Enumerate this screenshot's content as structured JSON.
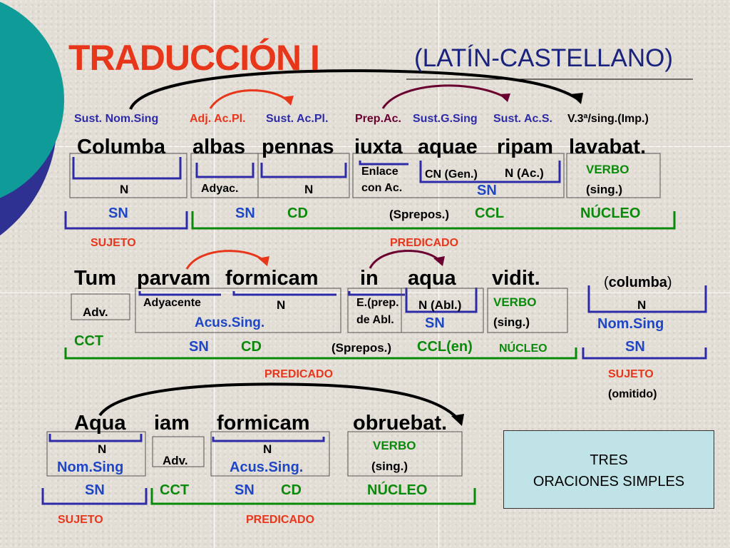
{
  "title": "TRADUCCIÓN I",
  "subtitle": "(LATÍN-CASTELLANO)",
  "s1": {
    "tags": {
      "sust_nom": "Sust. Nom.Sing",
      "adj": "Adj. Ac.Pl.",
      "sust_ac": "Sust. Ac.Pl.",
      "prep": "Prep.Ac.",
      "sust_g": "Sust.G.Sing",
      "sust_acs": "Sust. Ac.S.",
      "verb": "V.3ª/sing.(Imp.)"
    },
    "words": {
      "w1": "Columba",
      "w2": "albas",
      "w3": "pennas",
      "w4": "iuxta",
      "w5": "aquae",
      "w6": "ripam",
      "w7": "lavabat."
    },
    "labels": {
      "n1": "N",
      "adyac": "Adyac.",
      "n2": "N",
      "enlace1": "Enlace",
      "enlace2": "con Ac.",
      "cn": "CN (Gen.)",
      "nac": "N (Ac.)",
      "sn_inner": "SN",
      "verbo": "VERBO",
      "sing": "(sing.)",
      "sn1": "SN",
      "sn2": "SN",
      "cd": "CD",
      "sprepos": "(Sprepos.)",
      "ccl": "CCL",
      "nucleo": "NÚCLEO",
      "sujeto": "SUJETO",
      "predicado": "PREDICADO"
    }
  },
  "s2": {
    "words": {
      "w1": "Tum",
      "w2": "parvam",
      "w3": "formicam",
      "w4": "in",
      "w5": "aqua",
      "w6": "vidit."
    },
    "columba_open": "(",
    "columba": "columba",
    "columba_close": ")",
    "labels": {
      "adv": "Adv.",
      "adyacente": "Adyacente",
      "n": "N",
      "acus": "Acus.Sing.",
      "eprep1": "E.(prep.",
      "eprep2": "de Abl.",
      "nabl": "N (Abl.)",
      "sn_inner": "SN",
      "verbo": "VERBO",
      "sing": "(sing.)",
      "n_col": "N",
      "nom": "Nom.Sing",
      "cct": "CCT",
      "sn": "SN",
      "cd": "CD",
      "sprepos": "(Sprepos.)",
      "ccl": "CCL(en)",
      "nucleo": "NÚCLEO",
      "sn_suj": "SN",
      "predicado": "PREDICADO",
      "sujeto": "SUJETO",
      "omitido": "(omitido)"
    }
  },
  "s3": {
    "words": {
      "w1": "Aqua",
      "w2": "iam",
      "w3": "formicam",
      "w4": "obruebat."
    },
    "labels": {
      "n1": "N",
      "nom": "Nom.Sing",
      "adv": "Adv.",
      "n2": "N",
      "acus": "Acus.Sing.",
      "verbo": "VERBO",
      "sing": "(sing.)",
      "sn1": "SN",
      "cct": "CCT",
      "sn2": "SN",
      "cd": "CD",
      "nucleo": "NÚCLEO",
      "sujeto": "SUJETO",
      "predicado": "PREDICADO"
    }
  },
  "tres": {
    "line1": "TRES",
    "line2": "ORACIONES SIMPLES"
  },
  "colors": {
    "background": "#e2ddd5",
    "teal": "#0f9b98",
    "navy": "#2e2ba8",
    "red": "#e8361b",
    "green": "#0a8a0a",
    "maroon": "#6a0030",
    "box": "#bfe3e6"
  }
}
